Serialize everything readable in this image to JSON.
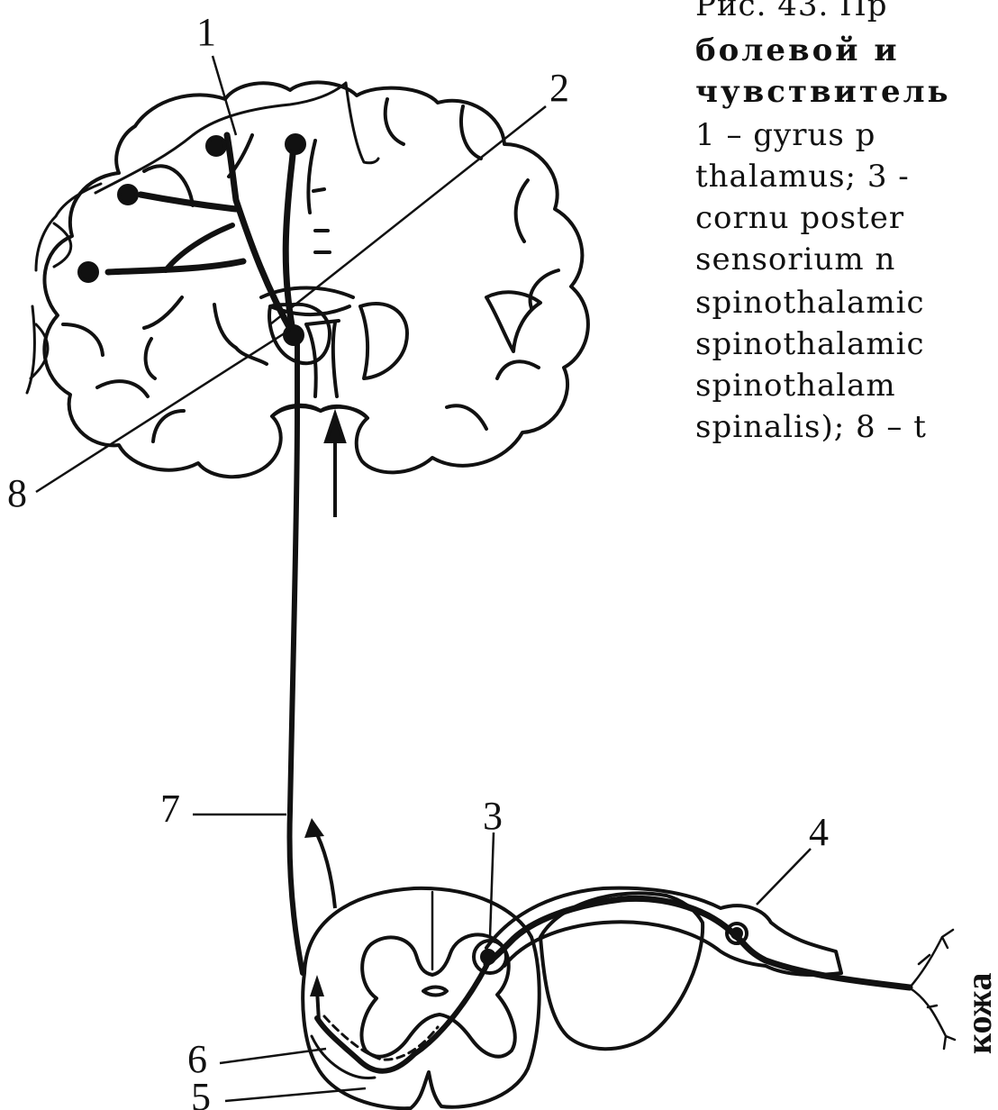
{
  "caption": {
    "lines": [
      "Рис. 43. Пр",
      "болевой и",
      "чувствитель",
      "1 – gyrus p",
      "thalamus; 3 -",
      "cornu poster",
      "sensorium n",
      "spinothalamic",
      "spinothalamic",
      "spinothalam",
      "spinalis); 8 – t"
    ]
  },
  "labels": {
    "n1": "1",
    "n2": "2",
    "n3": "3",
    "n4": "4",
    "n5": "5",
    "n6": "6",
    "n7": "7",
    "n8": "8",
    "skin": "кожа"
  }
}
